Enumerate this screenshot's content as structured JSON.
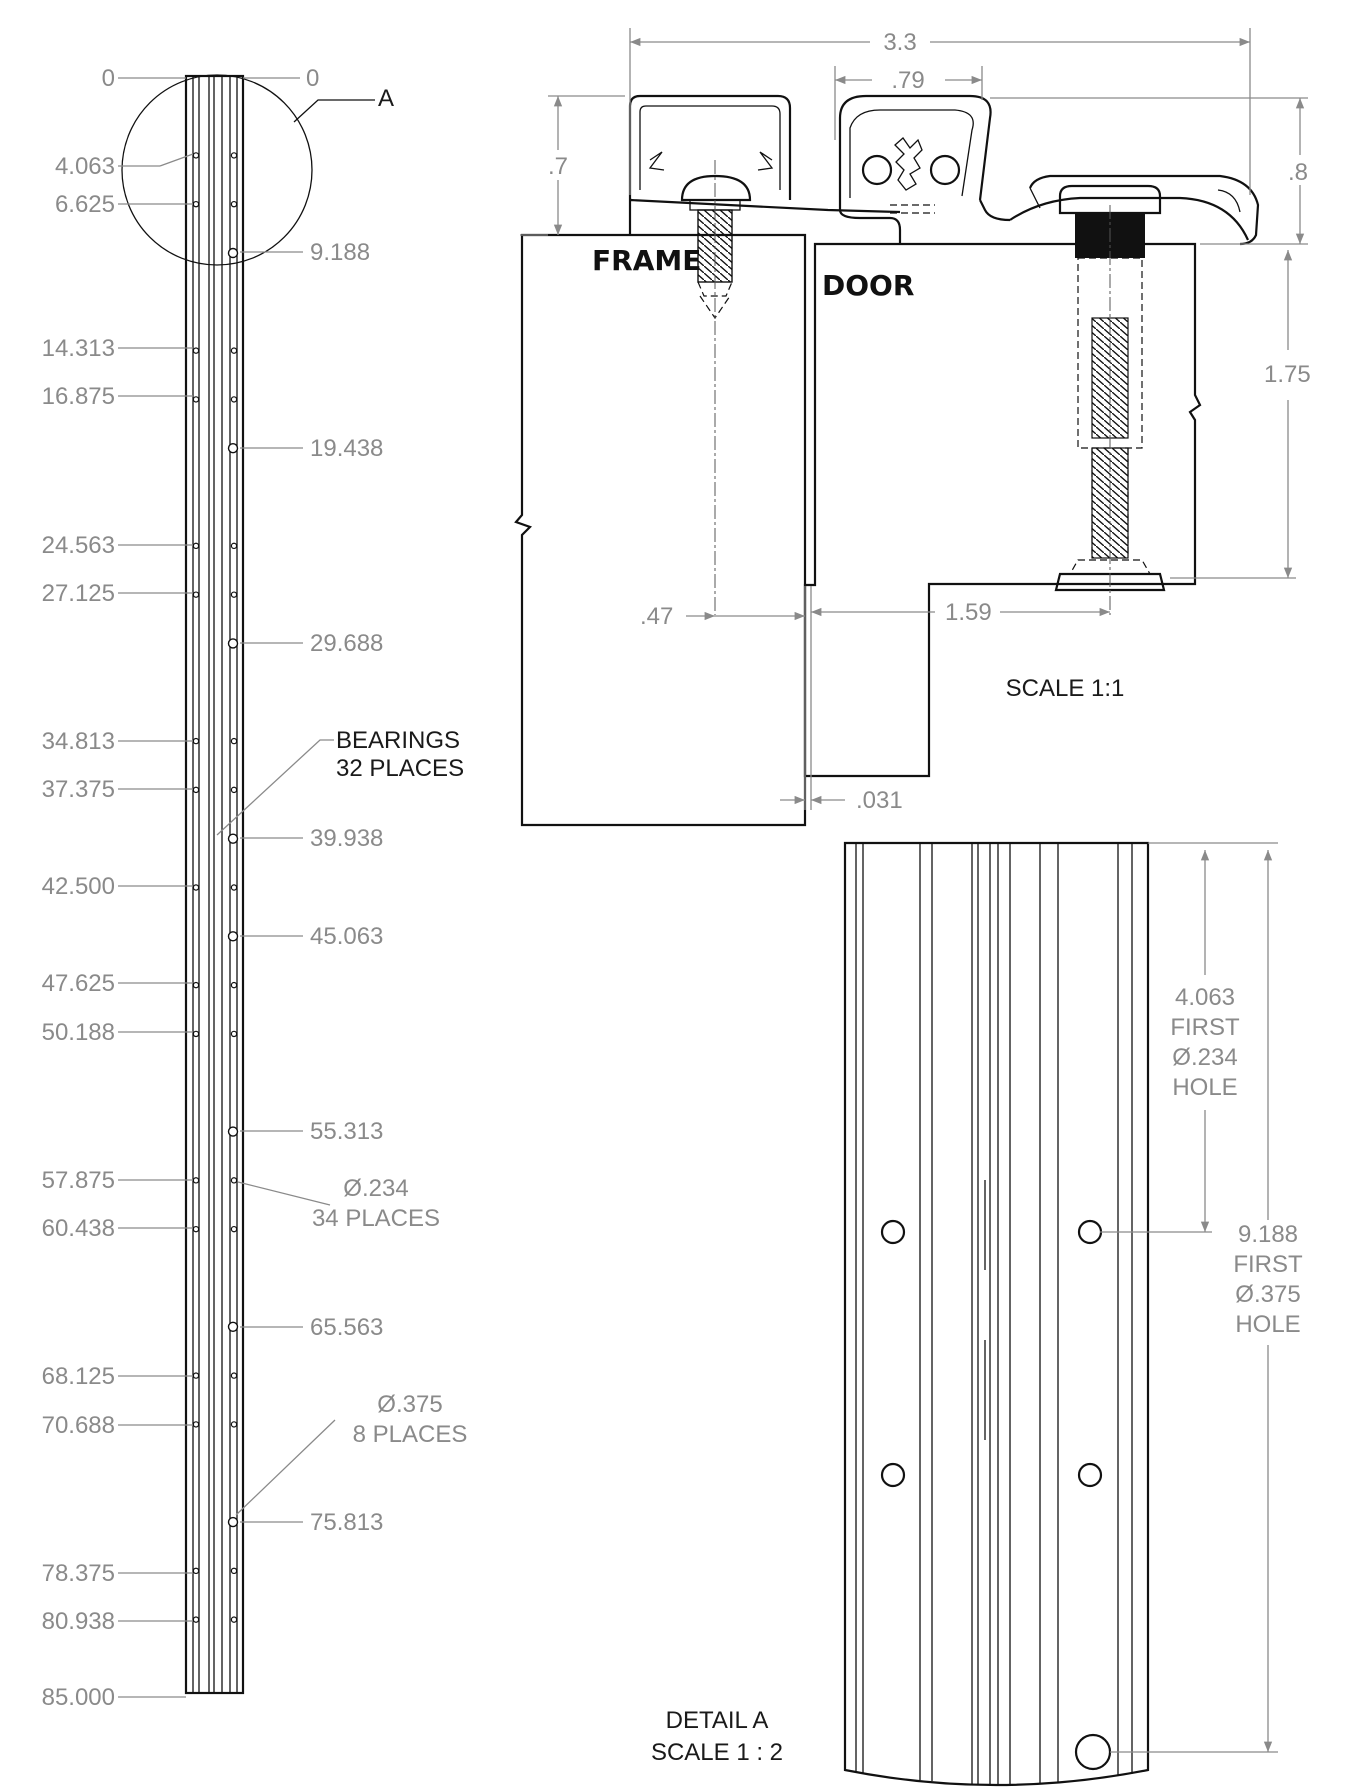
{
  "strip": {
    "left_dims": [
      "0",
      "4.063",
      "6.625",
      "14.313",
      "16.875",
      "24.563",
      "27.125",
      "34.813",
      "37.375",
      "42.500",
      "47.625",
      "50.188",
      "57.875",
      "60.438",
      "68.125",
      "70.688",
      "78.375",
      "80.938",
      "85.000"
    ],
    "right_dims": [
      "0",
      "9.188",
      "19.438",
      "29.688",
      "39.938",
      "45.063",
      "55.313",
      "65.563",
      "75.813"
    ],
    "detail_callout": "A",
    "bearings_note": [
      "BEARINGS",
      "32 PLACES"
    ],
    "small_hole_note": [
      "Ø.234",
      "34 PLACES"
    ],
    "large_hole_note": [
      "Ø.375",
      "8 PLACES"
    ]
  },
  "section": {
    "overall_width": "3.3",
    "knuckle_width": ".79",
    "left_height": ".7",
    "right_height": ".8",
    "door_thickness": "1.75",
    "frame_offset": ".47",
    "screw_offset": "1.59",
    "gap": ".031",
    "frame_label": "FRAME",
    "door_label": "DOOR",
    "scale": "SCALE 1:1"
  },
  "detail": {
    "dim_first_small": [
      "4.063",
      "FIRST",
      "Ø.234",
      "HOLE"
    ],
    "dim_first_large": [
      "9.188",
      "FIRST",
      "Ø.375",
      "HOLE"
    ],
    "title": "DETAIL A",
    "scale": "SCALE 1 : 2"
  }
}
